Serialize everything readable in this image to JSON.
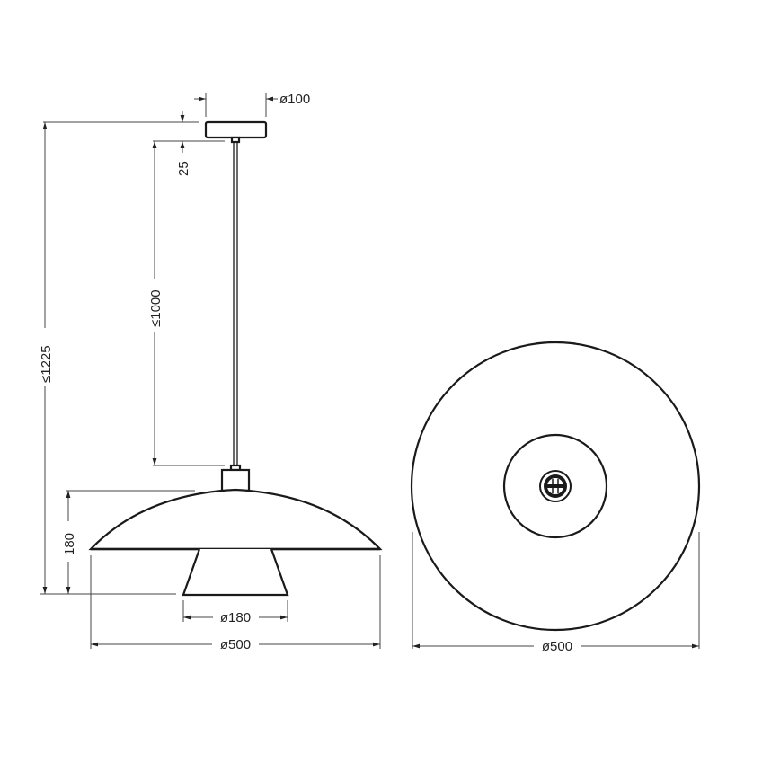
{
  "drawing": {
    "title": "Pendant lamp dimension drawing",
    "units": "mm",
    "stroke_color": "#1a1a1a",
    "background": "#ffffff"
  },
  "side_view": {
    "canopy_diameter_label": "ø100",
    "canopy_height_label": "25",
    "cable_length_label": "≤1000",
    "total_height_label": "≤1225",
    "shade_height_label": "180",
    "diffuser_diameter_label": "ø180",
    "shade_diameter_label": "ø500"
  },
  "bottom_view": {
    "shade_diameter_label": "ø500",
    "socket_icon": "lamp-socket-icon"
  }
}
